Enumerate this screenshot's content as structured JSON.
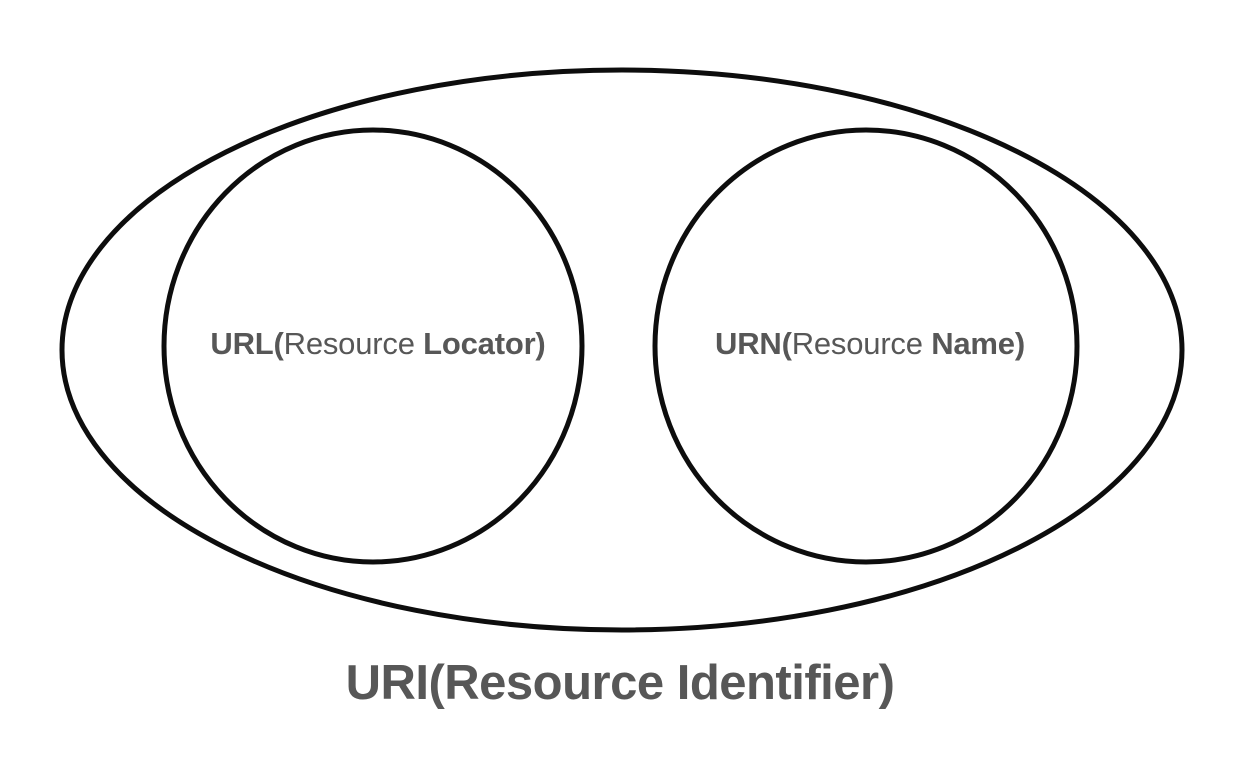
{
  "diagram": {
    "type": "venn-containment",
    "title": "URI(Resource Identifier)",
    "background_color": "#ffffff",
    "stroke_color": "#0d0d0d",
    "text_color": "#575757",
    "outer_set": {
      "name": "URI",
      "caption_prefix": "URI(Resource ",
      "caption_emphasis": "Identifier)",
      "caption_full": "URI(Resource Identifier)",
      "shape": "ellipse"
    },
    "inner_sets": [
      {
        "id": "url",
        "abbrev": "URL(",
        "middle": "Resource ",
        "tail": "Locator)",
        "full": "URL(Resource Locator)",
        "shape": "circle"
      },
      {
        "id": "urn",
        "abbrev": "URN(",
        "middle": "Resource ",
        "tail": "Name)",
        "full": "URN(Resource Name)",
        "shape": "circle"
      }
    ]
  }
}
